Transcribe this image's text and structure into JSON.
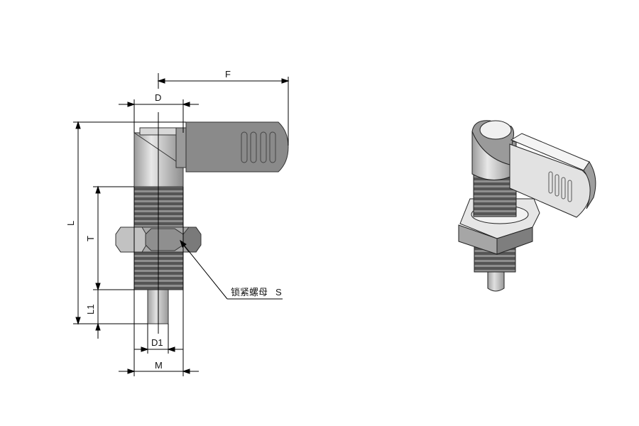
{
  "drawing": {
    "dimensions": {
      "F": "F",
      "D": "D",
      "L": "L",
      "T": "T",
      "L1": "L1",
      "D1": "D1",
      "M": "M"
    },
    "callout": {
      "label": "锁紧螺母",
      "symbol": "S"
    }
  },
  "colors": {
    "lever": "#8a8a8a",
    "body": "#c8c8c8",
    "thread": "#5a5a5a",
    "nut": "#a8a8a8"
  }
}
